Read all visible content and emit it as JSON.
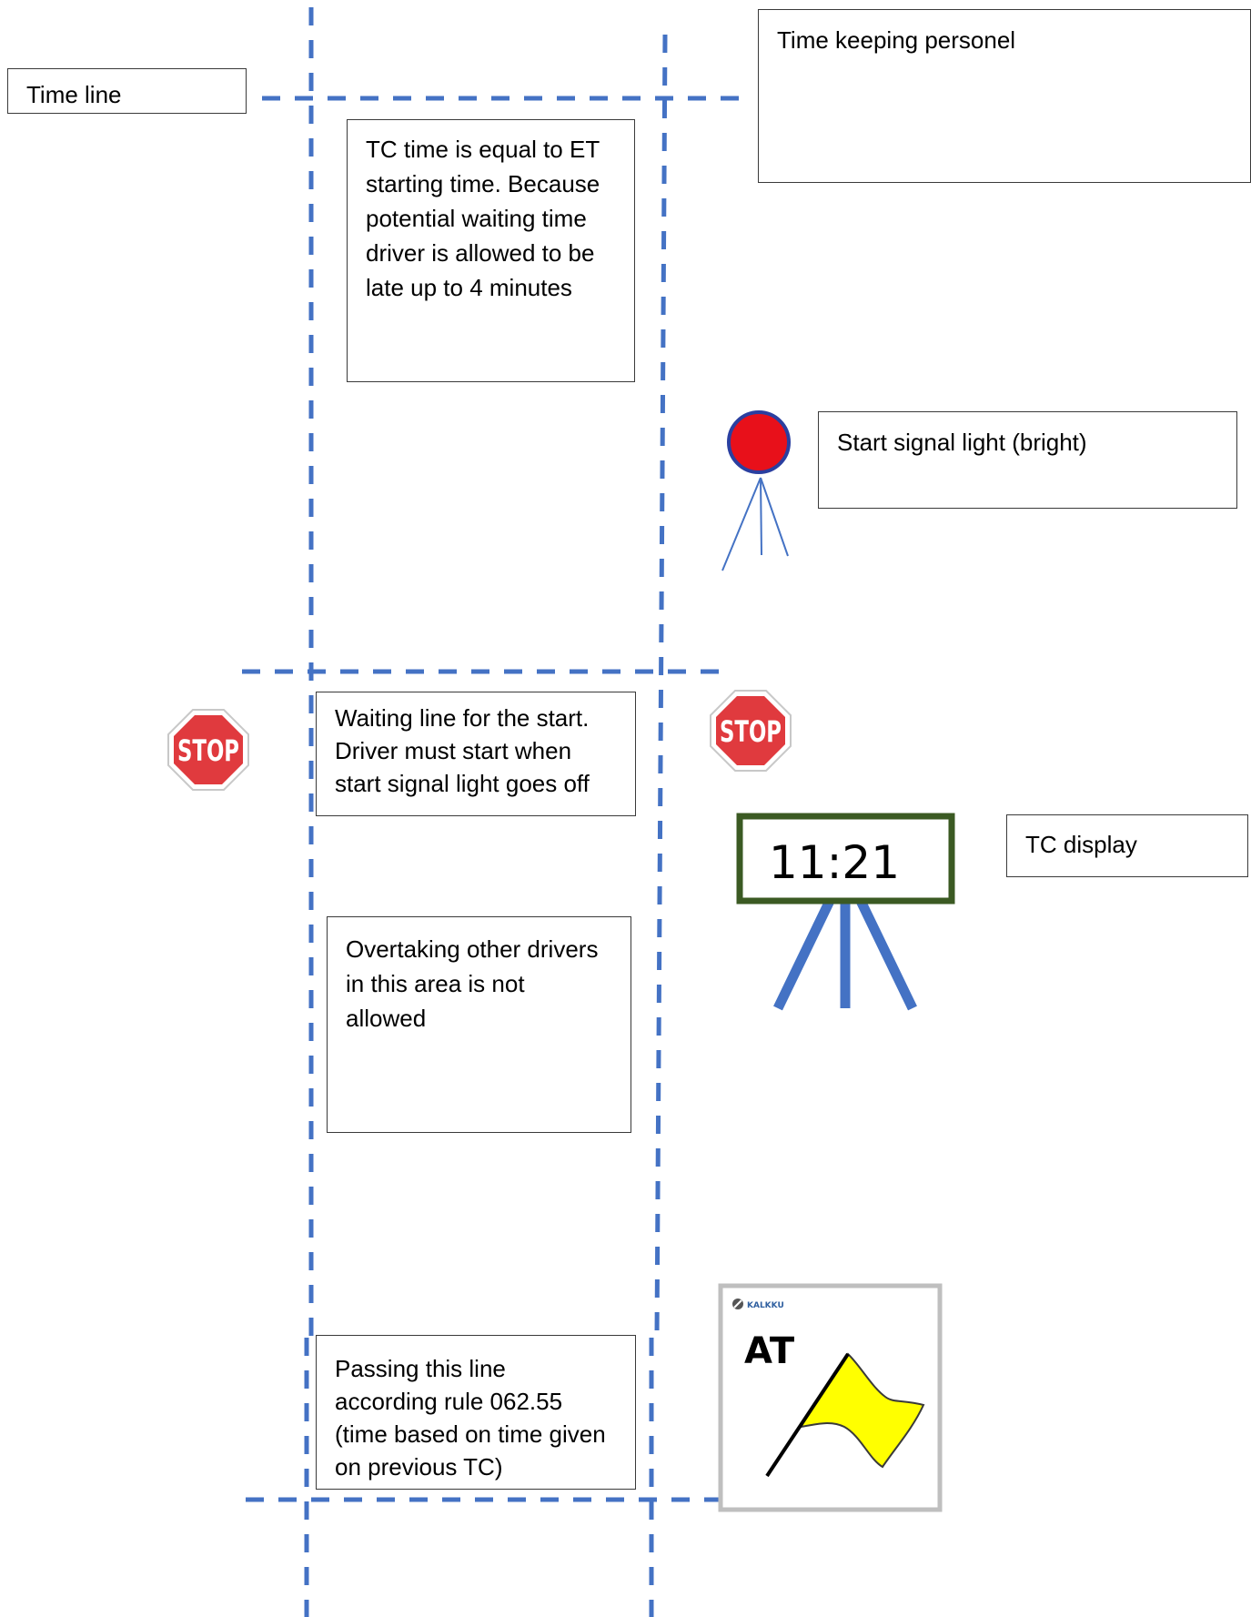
{
  "labels": {
    "time_line": "Time  line",
    "time_keeping": "Time keeping personel",
    "tc_time": [
      "TC time is equal to ET",
      "starting time. Because",
      "potential waiting time",
      "driver is allowed to be",
      "late up to 4 minutes"
    ],
    "start_signal": "Start signal light (bright)",
    "waiting_line": [
      "Waiting line for the start.",
      "Driver must start when",
      "start signal light goes off"
    ],
    "tc_display": "TC display",
    "overtaking": [
      "Overtaking other drivers",
      "in this area is not",
      "allowed"
    ],
    "passing": [
      "Passing this line",
      "according rule 062.55",
      "(time based on time given",
      "on previous TC)"
    ]
  },
  "signs": {
    "stop_text": "STOP",
    "clock_time": "11:21",
    "at_text": "AT",
    "brand_text": "KALKKU"
  },
  "colors": {
    "dashed_line": "#4472C4",
    "stop_red": "#E03A3E",
    "signal_red": "#E8101A",
    "signal_ring": "#2A3FA0",
    "display_border": "#3B5A23",
    "flag_yellow": "#FFFF00",
    "card_border": "#BFBFBF"
  }
}
